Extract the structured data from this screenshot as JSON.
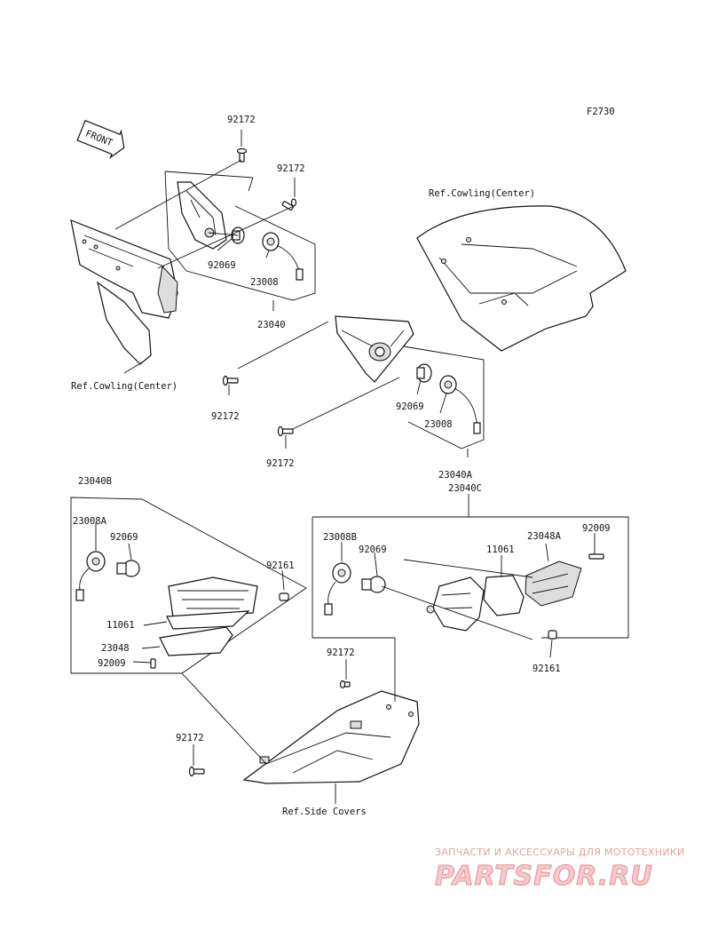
{
  "figure_code": "F2730",
  "front_arrow": "FRONT",
  "labels": {
    "l_92172_a": "92172",
    "l_92172_b": "92172",
    "l_92069_a": "92069",
    "l_23008_a": "23008",
    "l_23040": "23040",
    "l_ref_cowl_left": "Ref.Cowling(Center)",
    "l_ref_cowl_right": "Ref.Cowling(Center)",
    "l_92172_c": "92172",
    "l_92069_b": "92069",
    "l_23008_b": "23008",
    "l_92172_d": "92172",
    "l_23040a": "23040A",
    "l_23040c": "23040C",
    "l_23040b": "23040B",
    "l_23008a": "23008A",
    "l_92069_c": "92069",
    "l_92161_a": "92161",
    "l_11061_a": "11061",
    "l_23048": "23048",
    "l_92009_a": "92009",
    "l_23008b": "23008B",
    "l_92069_d": "92069",
    "l_11061_b": "11061",
    "l_23048a": "23048A",
    "l_92009_b": "92009",
    "l_92161_b": "92161",
    "l_92172_e": "92172",
    "l_92172_f": "92172",
    "l_ref_side": "Ref.Side Covers"
  },
  "watermark": {
    "tagline": "ЗАПЧАСТИ И АКСЕССУАРЫ ДЛЯ МОТОТЕХНИКИ",
    "logo": "PARTSFOR.RU"
  }
}
